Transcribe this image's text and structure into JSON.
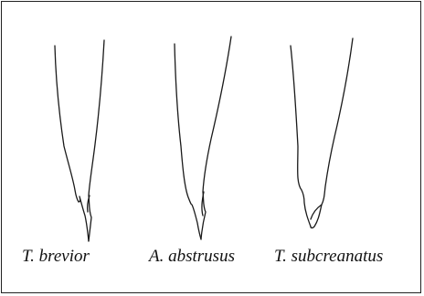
{
  "figure": {
    "specimens": [
      {
        "label": "T. brevior",
        "icon": "spicule-outline"
      },
      {
        "label": "A. abstrusus",
        "icon": "spicule-outline"
      },
      {
        "label": "T. subcreanatus",
        "icon": "spicule-outline"
      }
    ],
    "colors": {
      "line": "#1a1a1a",
      "background": "#ffffff",
      "frame": "#222222"
    }
  }
}
